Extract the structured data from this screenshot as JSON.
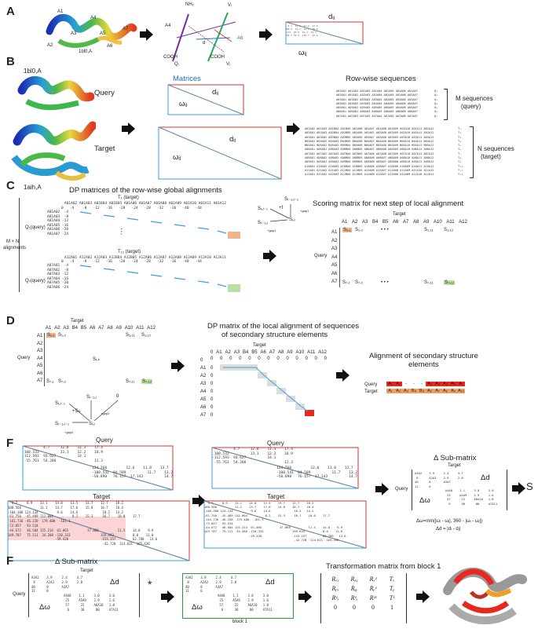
{
  "panels": {
    "A": {
      "letter": "A",
      "protein_labels": [
        "A1",
        "A2",
        "A3",
        "A4",
        "A5",
        "A6",
        "A7"
      ],
      "protein_id": "1bl0,A",
      "geometry_labels": {
        "nh2": "NH₂",
        "vi": "Vᵢ",
        "a4": "A4",
        "a6": "A6",
        "cooh1": "COOH",
        "cooh2": "COOH",
        "qi": "Qᵢ",
        "d": "d",
        "vj": "Vⱼ"
      },
      "matrix_d": "dᵢⱼ",
      "matrix_w": "ωᵢⱼ"
    },
    "B": {
      "letter": "B",
      "query_id": "1bl0,A",
      "query_label": "Query",
      "target_label": "Target",
      "target_id": "1aih,A",
      "matrices_title": "Matrices",
      "rowwise_title": "Row-wise sequences",
      "m_sequences": "M sequences",
      "m_sequences_sub": "(query)",
      "n_sequences": "N sequences",
      "n_sequences_sub": "(target)",
      "d_label": "dᵢⱼ",
      "w_label": "ωᵢⱼ",
      "q_rows": [
        "A01A01 A01A02 A01A03 A01A04 A01A05 A01A06 A01A07",
        "A02A01 A02A02 A02A03 A02A04 A02A05 A02A06 A02A07",
        "A03A01 A03A02 A03A03 A03A04 A03A05 A03A06 A03A07",
        "A04A01 A04A02 A04A03 A04A04 A04A05 A04A06 A04A07",
        "A05A01 A05A02 A05A03 A05A04 A05A05 A05A06 A05A07",
        "A06A01 A06A02 A06A03 A06A04 A06A05 A06A06 A06A07",
        "A07A01 A07A02 A07A03 A07A04 A07A05 A07A06 A07A07"
      ],
      "q_tags": [
        "Q₁",
        "Q₂",
        "Q₃",
        "Q₄",
        "Q₅",
        "Q₆",
        "Q₇"
      ],
      "t_rows": [
        "A01A02 A01A03 A01B04 A01B05 A01A06 A01A07 A01A08 A01A09 A01A10 A01A11 A01A12",
        "A02A01 A02A03 A02B04 A02B05 A02A06 A02A07 A02A08 A02A09 A02A10 A02A11 A02A12",
        "A03A01 A03A02 A03B04 A03B05 A03A06 A03A07 A03A08 A03A09 A03A10 A03A11 A03A12",
        "B04A01 B04A02 B04A03 B04B05 B04A06 B04A07 B04A08 B04A09 B04A10 B04A11 B04A12",
        "B05A01 B05A02 B05A03 B05B04 B05A06 B05A07 B05A08 B05A09 B05A10 B05A11 B05A12",
        "A06A01 A06A02 A06A03 A06B04 A06B05 A06A07 A06A08 A06A09 A06A10 A06A11 A06A12",
        "A07A01 A07A02 A07A03 A07B04 A07B05 A07A06 A07A08 A07A09 A07A10 A07A11 A07A12",
        "A08A01 A08A02 A08A03 A08B04 A08B05 A08A06 A08A07 A08A09 A08A10 A08A11 A08A12",
        "A09A01 A09A02 A09A03 A09B04 A09B05 A09A06 A09A07 A09A08 A09A10 A09A11 A09A12",
        "A10A01 A10A02 A10A03 A10B04 A10B05 A10A06 A10A07 A10A08 A10A09 A10A11 A10A12",
        "A11A01 A11A02 A11A03 A11B04 A11B05 A11A06 A11A07 A11A08 A11A09 A11A10 A11A12",
        "A12A01 A12A02 A12A03 A12B04 A12B05 A12A06 A12A07 A12A08 A12A09 A12A10 A12A11"
      ],
      "t_tags": [
        "T₁",
        "T₂",
        "T₃",
        "T₄",
        "T₅",
        "T₆",
        "T₇",
        "T₈",
        "T₉",
        "T₁₀",
        "T₁₁",
        "T₁₂"
      ]
    },
    "C": {
      "letter": "C",
      "dp_title": "DP matrices of the row-wise global alignments",
      "t1_label": "T₁ (target)",
      "t12_label": "T₁₂ (target)",
      "q1_label": "Q₁(query)",
      "q7_label": "Q₇(query)",
      "mxn_label": "M × N",
      "mxn_label2": "alignments",
      "t1_header": "A01A02 A01A03 A01B04 A01B05 A01A06 A01A07 A01A08 A01A09 A01A10 A01A11 A01A12",
      "t1_scores": "0   -4    -8   -12   -16   -20   -24   -28   -32   -36   -40   -44",
      "t12_header": "A12A01 A12A02 A12A03 A12B04 A12B05 A12A06 A12A07 A12A08 A12A09 A12A10 A12A11",
      "q1_rows": [
        "A01A02  -4",
        "A01A03  -8",
        "A01A04 -12",
        "A01A05 -16",
        "A01A06 -20",
        "A01A07 -24"
      ],
      "q7_rows": [
        "A07A01  -4",
        "A07A02  -8",
        "A07A03 -12",
        "A07A04 -16",
        "A07A05 -20",
        "A07A06 -24"
      ],
      "recurrence": {
        "s_ij1": "Sᵢ,ⱼ₋₁",
        "s_i1j": "Sᵢ₋₁,ⱼ",
        "s_i1j1": "Sᵢ₋₁,ⱼ₋₁",
        "s_ij": "Sᵢ,ⱼ",
        "f": "+f",
        "gap1": "+gap1",
        "gap2": "+gap1"
      },
      "scoring_title": "Scoring matrix for next step of local alignment",
      "target_label": "Target",
      "query_label": "Query",
      "cols": [
        "A1",
        "A2",
        "A3",
        "B4",
        "B5",
        "A6",
        "A7",
        "A8",
        "A9",
        "A10",
        "A11",
        "A12"
      ],
      "rows": [
        "A1",
        "A2",
        "A3",
        "A4",
        "A5",
        "A6",
        "A7"
      ],
      "cells": {
        "s11": "S₁,₁",
        "s12": "S₁,₂",
        "s1_11": "S₁,₁₁",
        "s1_12": "S₁,₁₂",
        "s71": "S₇,₁",
        "s72": "S₇,₂",
        "s7_11": "S₇,₁₁",
        "s7_12": "S₇,₁₂"
      }
    },
    "D": {
      "letter": "D",
      "target_label": "Target",
      "query_label": "Query",
      "cols": [
        "A1",
        "A2",
        "A3",
        "B4",
        "B5",
        "A6",
        "A7",
        "A8",
        "A9",
        "A10",
        "A11",
        "A12"
      ],
      "rows": [
        "A1",
        "A2",
        "A3",
        "A4",
        "A5",
        "A6",
        "A7"
      ],
      "cells": {
        "s11": "S₁,₁",
        "s12": "S₁,₂",
        "s1_11": "S₁,₁₁",
        "s1_12": "S₁,₁₂",
        "sik": "Sᵢ,ₖ",
        "s71": "S₇,₁",
        "s72": "S₇,₂",
        "s7_11": "S₇,₁₁",
        "s7_12": "S₇,₁₂"
      },
      "recurrence": {
        "a": "Sᵢ,ⱼ₋₁",
        "b": "Sᵢ₋₁,ⱼ",
        "c": "Sᵢ₋₁,ⱼ₋₁",
        "center": "Sᵢ,ⱼ",
        "plus": "+Sᵢₖ",
        "zero": "0",
        "gap": "+gap2",
        "gap2": "+gap2"
      },
      "dp_title": "DP matrix of the local alignment of sequences",
      "dp_title2": "of secondary structure elements",
      "dp_target": "Target",
      "dp_cols": [
        "0",
        "A1",
        "A2",
        "A3",
        "B4",
        "B5",
        "A6",
        "A7",
        "A8",
        "A9",
        "A10",
        "A11",
        "A12"
      ],
      "dp_rows": [
        "0",
        "A1",
        "A2",
        "A3",
        "A4",
        "A5",
        "A6",
        "A7"
      ],
      "align_title": "Alignment of secondary structure",
      "align_title2": "elements",
      "align_query_label": "Query",
      "align_target_label": "Target",
      "align_query": [
        "A₁",
        "A₂",
        "-",
        "-",
        "-",
        "A₃",
        "A₄",
        "A₅",
        "A₆",
        "A₇"
      ],
      "align_target": [
        "A₁",
        "A₂",
        "A₃",
        "B₄",
        "B₅",
        "A₆",
        "A₇",
        "A₈",
        "A₉",
        "A₁₀"
      ]
    },
    "F1": {
      "letter": "F",
      "query_label": "Query",
      "target_label": "Target",
      "query_label2": "Query",
      "target_label2": "Target",
      "delta_title": "Δ Sub-matrix",
      "delta_target": "Target",
      "delta_query": "Query",
      "delta_d": "Δd",
      "delta_w": "Δω",
      "s_label": "S",
      "formula1": "Δω=min(|ωᵢ - ωⱼ|, 360 - |ωᵢ - ωⱼ|)",
      "formula2": "Δd = |dᵢ - dⱼ|",
      "q_matrix": "          4.7     12.6    11.3    17.4\n 108.533          13.1    12.2    18.9\n-112.593  93.627          14.1\n -55.761  54.286                  12.3",
      "q_matrix_b": "          134.760         12.6    11.8    13.7\n          -108.541  84.589          11.7    13.2\n          -50.898   76.157  17.143          14.7",
      "t_matrix": "  4.7     8.9    13.1    14.0    11.5    13.7    12.7    18.2\n108.560          11.1    13.7    17.6    15.8    16.7    18.4\n-104.308 124.134          9.6    14.6             18.2   14.2\n-61.750  -45.489 112.004          8.2    15.3     16.7    10.0    17.7\n 161.736 -46.220  179.480  -161.1\n-72.857   93.534 \n-44.672   46.504 125.214  61.065          37.868          11.5    14.0    9.9\n149.787   75.111  34.288 -120.333                159.643          8.0    11.0\n                         -59.420                 -153.157         62.780   13.6\n                                                  -42.720  114.611  165.436",
      "delta_values": "A3A2    3.9     2.4     4.7\n 8      A2A3    2.9     2.8\n40      8       A3A7\n11      0\n                 A4A8    1.1     3.0     3.0\n                  25     A5A9    2.9     1.6\n                  57      22     A6A10   1.8\n                   6      38      88     A7A11"
    },
    "F2": {
      "letter": "F",
      "delta_title": "Δ Sub-matrix",
      "delta_target": "Target",
      "delta_query": "Query",
      "delta_d": "Δd",
      "delta_w": "Δω",
      "star": "*",
      "block_label": "block 1",
      "transform_title": "Transformation matrix from block 1",
      "tmatrix": [
        [
          "Rₓₓ",
          "Rₓᵧ",
          "Rₓᶻ",
          "Tₓ"
        ],
        [
          "Rᵧₓ",
          "Rᵧᵧ",
          "Rᵧᶻ",
          "Tᵧ"
        ],
        [
          "Rᶻₓ",
          "Rᶻᵧ",
          "Rᶻᶻ",
          "Tᶻ"
        ],
        [
          "0",
          "0",
          "0",
          "1"
        ]
      ],
      "delta_values": "A3A2    3.9     2.4     4.7\n 8      A2A3    2.9     2.8\n40      8       A3A7\n11      0\n                 A4A8    1.1     3.0     3.0\n                  25     A5A9    2.9     1.6\n                  57      22     A6A10   1.8\n                   6      38      88     A7A11"
    }
  }
}
